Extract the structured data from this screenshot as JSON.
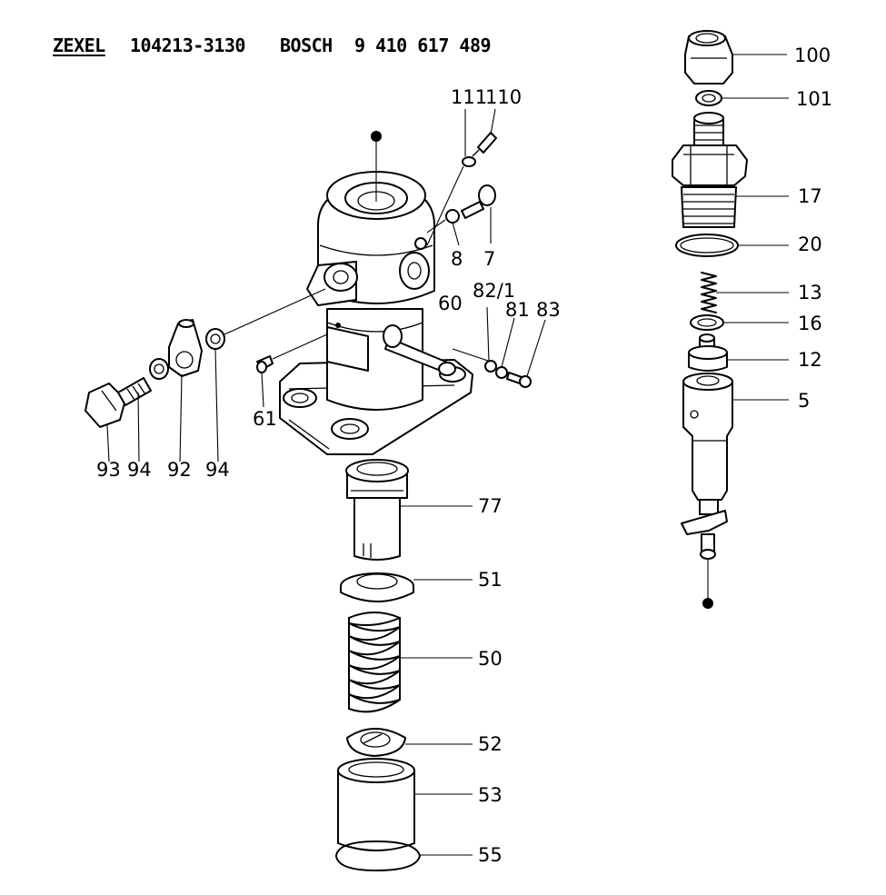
{
  "header": {
    "brand_zexel": "ZEXEL",
    "zexel_part_no": "104213-3130",
    "brand_bosch": "BOSCH",
    "bosch_part_no": "9 410 617 489"
  },
  "part_labels": {
    "p100": "100",
    "p101": "101",
    "p17": "17",
    "p20": "20",
    "p13": "13",
    "p16": "16",
    "p12": "12",
    "p5": "5",
    "p111": "111",
    "p110": "110",
    "p8": "8",
    "p7": "7",
    "p82_1": "82/1",
    "p81": "81",
    "p83": "83",
    "p60": "60",
    "p61": "61",
    "p93": "93",
    "p94a": "94",
    "p92": "92",
    "p94b": "94",
    "p77": "77",
    "p51": "51",
    "p50": "50",
    "p52": "52",
    "p53": "53",
    "p55": "55"
  }
}
